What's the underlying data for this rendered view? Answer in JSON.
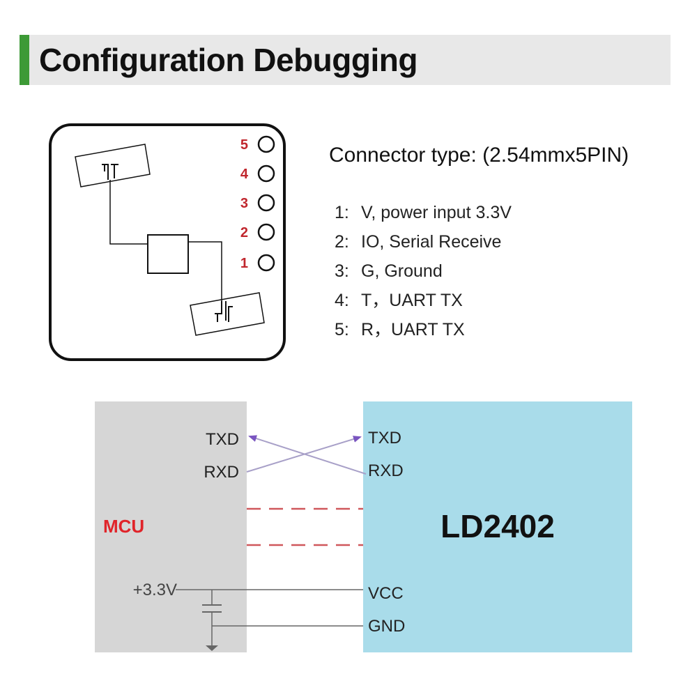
{
  "header": {
    "title": "Configuration Debugging",
    "accent_color": "#3d9a36"
  },
  "board": {
    "pin_labels": [
      "5",
      "4",
      "3",
      "2",
      "1"
    ],
    "pin_label_color": "#c0262d"
  },
  "connector": {
    "title": "Connector type: (2.54mmx5PIN)",
    "pins": [
      {
        "num": "1:",
        "desc": "V, power input 3.3V"
      },
      {
        "num": "2:",
        "desc": "IO, Serial Receive"
      },
      {
        "num": "3:",
        "desc": "G, Ground"
      },
      {
        "num": "4:",
        "desc": "T，UART TX"
      },
      {
        "num": "5:",
        "desc": "R，UART TX"
      }
    ]
  },
  "wiring": {
    "mcu_label": "MCU",
    "mcu_label_color": "#e0242a",
    "mcu_txd": "TXD",
    "mcu_rxd": "RXD",
    "mcu_power": "+3.3V",
    "module_name": "LD2402",
    "module_txd": "TXD",
    "module_rxd": "RXD",
    "module_vcc": "VCC",
    "module_gnd": "GND",
    "mcu_color": "#d6d6d6",
    "module_color": "#a9dcea",
    "arrow_color": "#7a55c0",
    "dashed_color": "#c73a3f"
  }
}
